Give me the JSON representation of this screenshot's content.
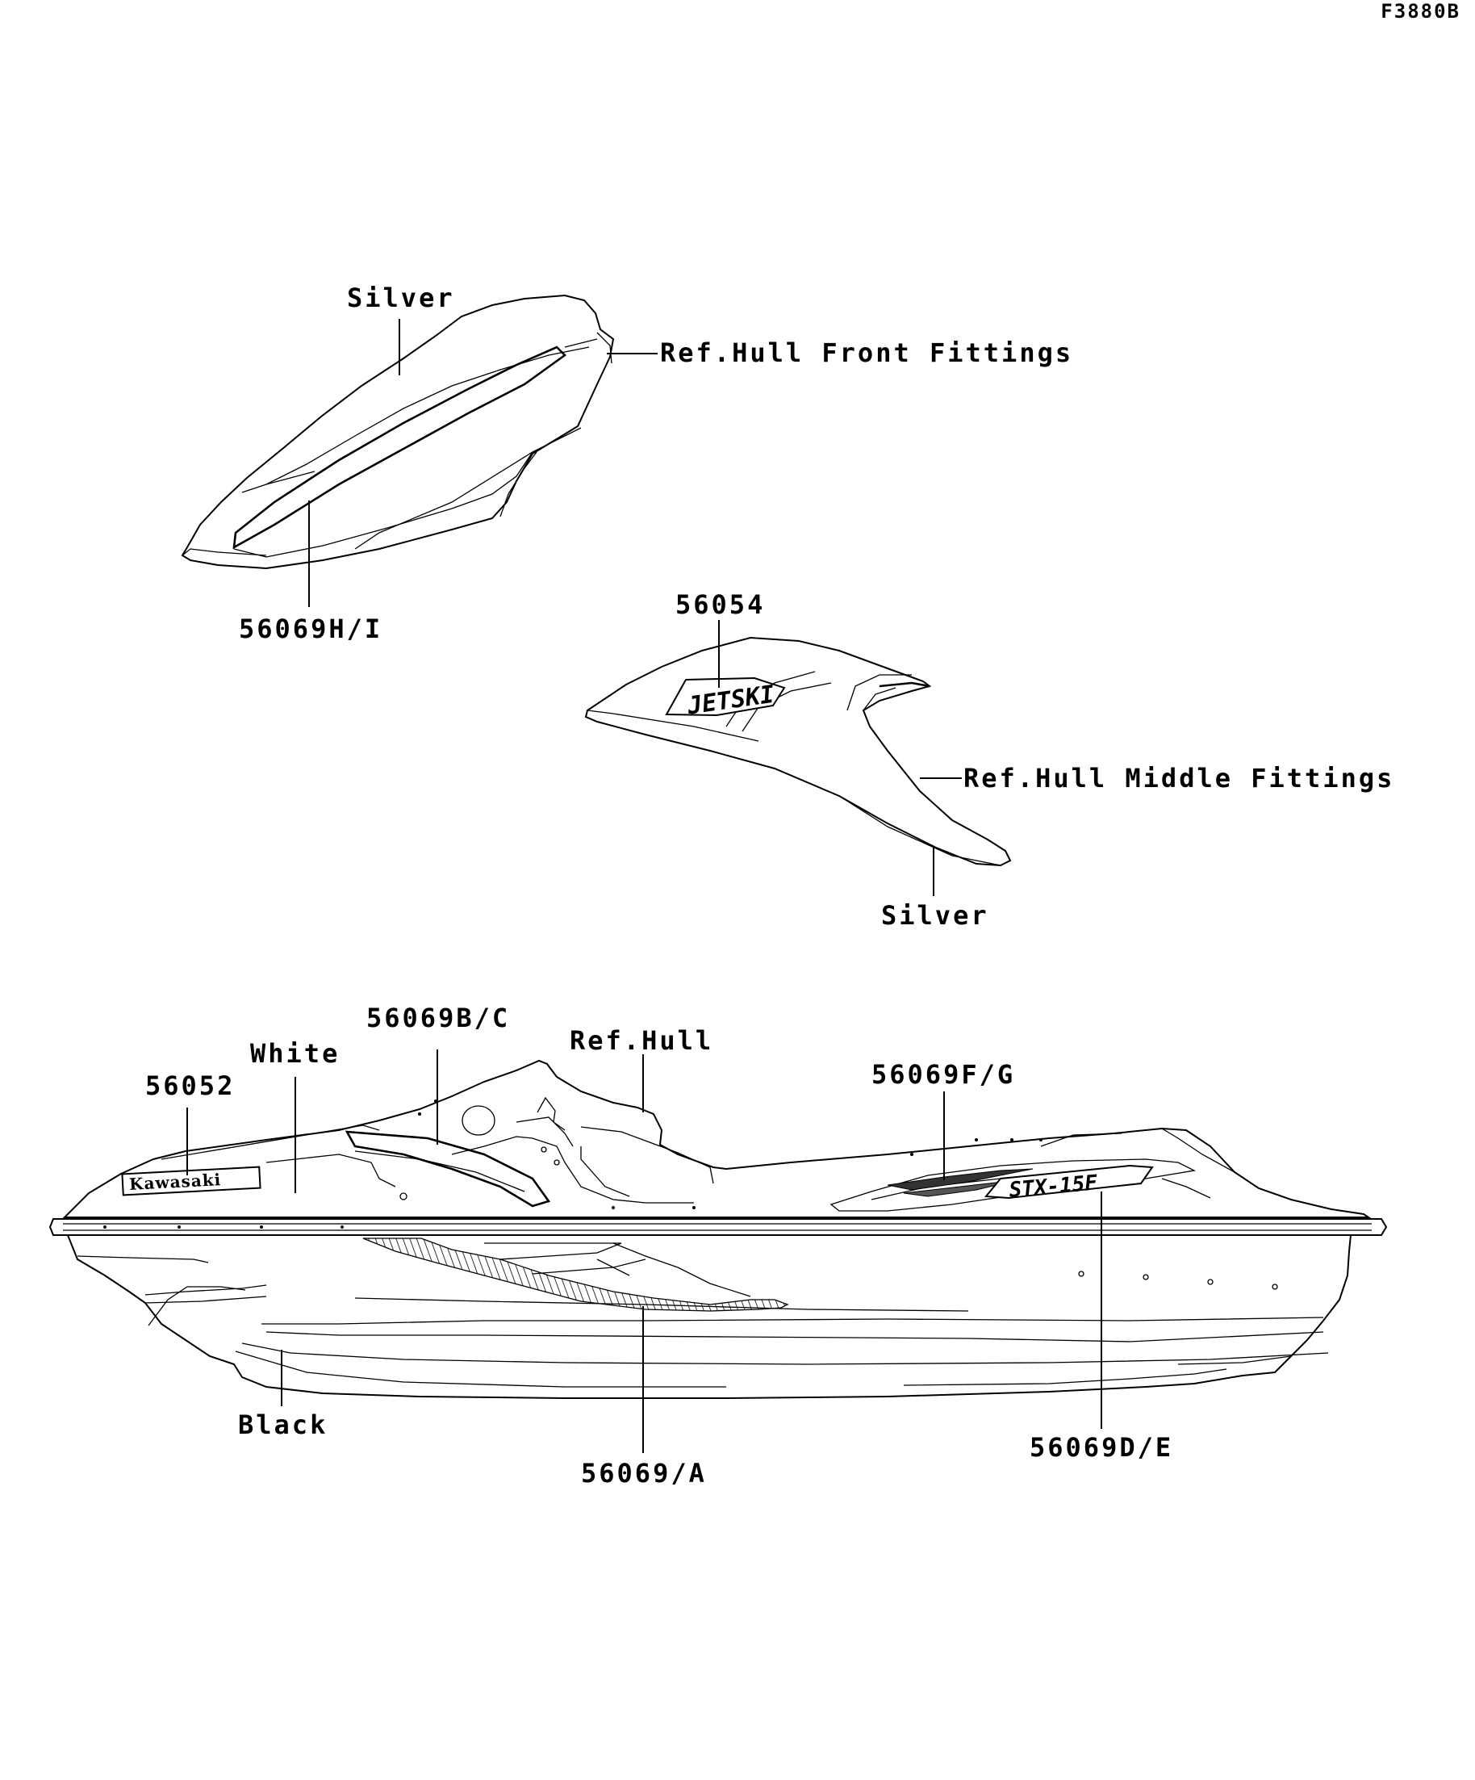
{
  "diagram_id": "F3880B",
  "callouts": {
    "front_color": "Silver",
    "front_ref": "Ref.Hull Front Fittings",
    "front_part": "56069H/I",
    "middle_part": "56054",
    "middle_ref": "Ref.Hull Middle Fittings",
    "middle_color": "Silver",
    "hull_part_bc": "56069B/C",
    "hull_color_white": "White",
    "hull_ref": "Ref.Hull",
    "hull_part_fg": "56069F/G",
    "hull_part_52": "56052",
    "hull_color_black": "Black",
    "hull_part_a": "56069/A",
    "hull_part_de": "56069D/E"
  },
  "decal_text": {
    "brand": "Kawasaki",
    "jetski": "JETSKI",
    "model": "STX-15F"
  },
  "colors": {
    "line": "#000000",
    "background": "#ffffff"
  }
}
